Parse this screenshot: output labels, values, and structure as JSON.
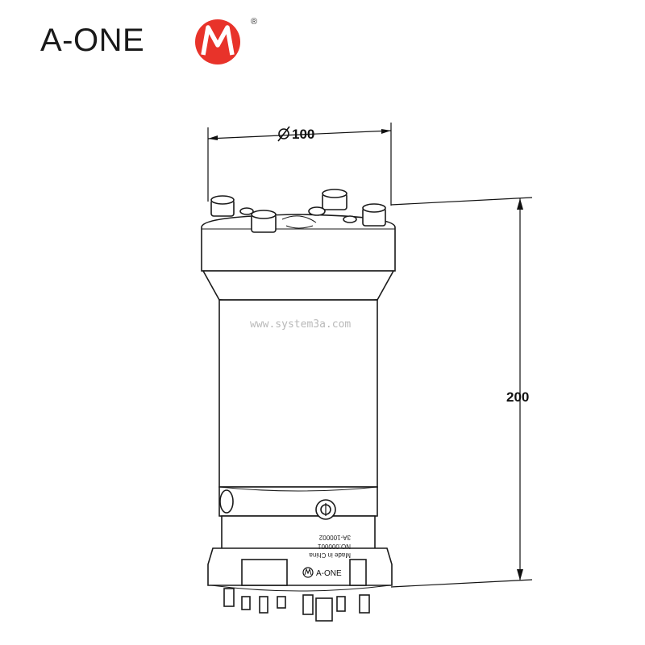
{
  "brand": {
    "name": "A-ONE",
    "registered_mark": "®",
    "logo_color": "#e8332a"
  },
  "dimensions": {
    "diameter": "100",
    "height": "200"
  },
  "watermark": "www.system3a.com",
  "part_markings": {
    "model": "3A-100002",
    "serial": "NO.000001",
    "origin": "Made in China",
    "logo_text": "A-ONE"
  }
}
